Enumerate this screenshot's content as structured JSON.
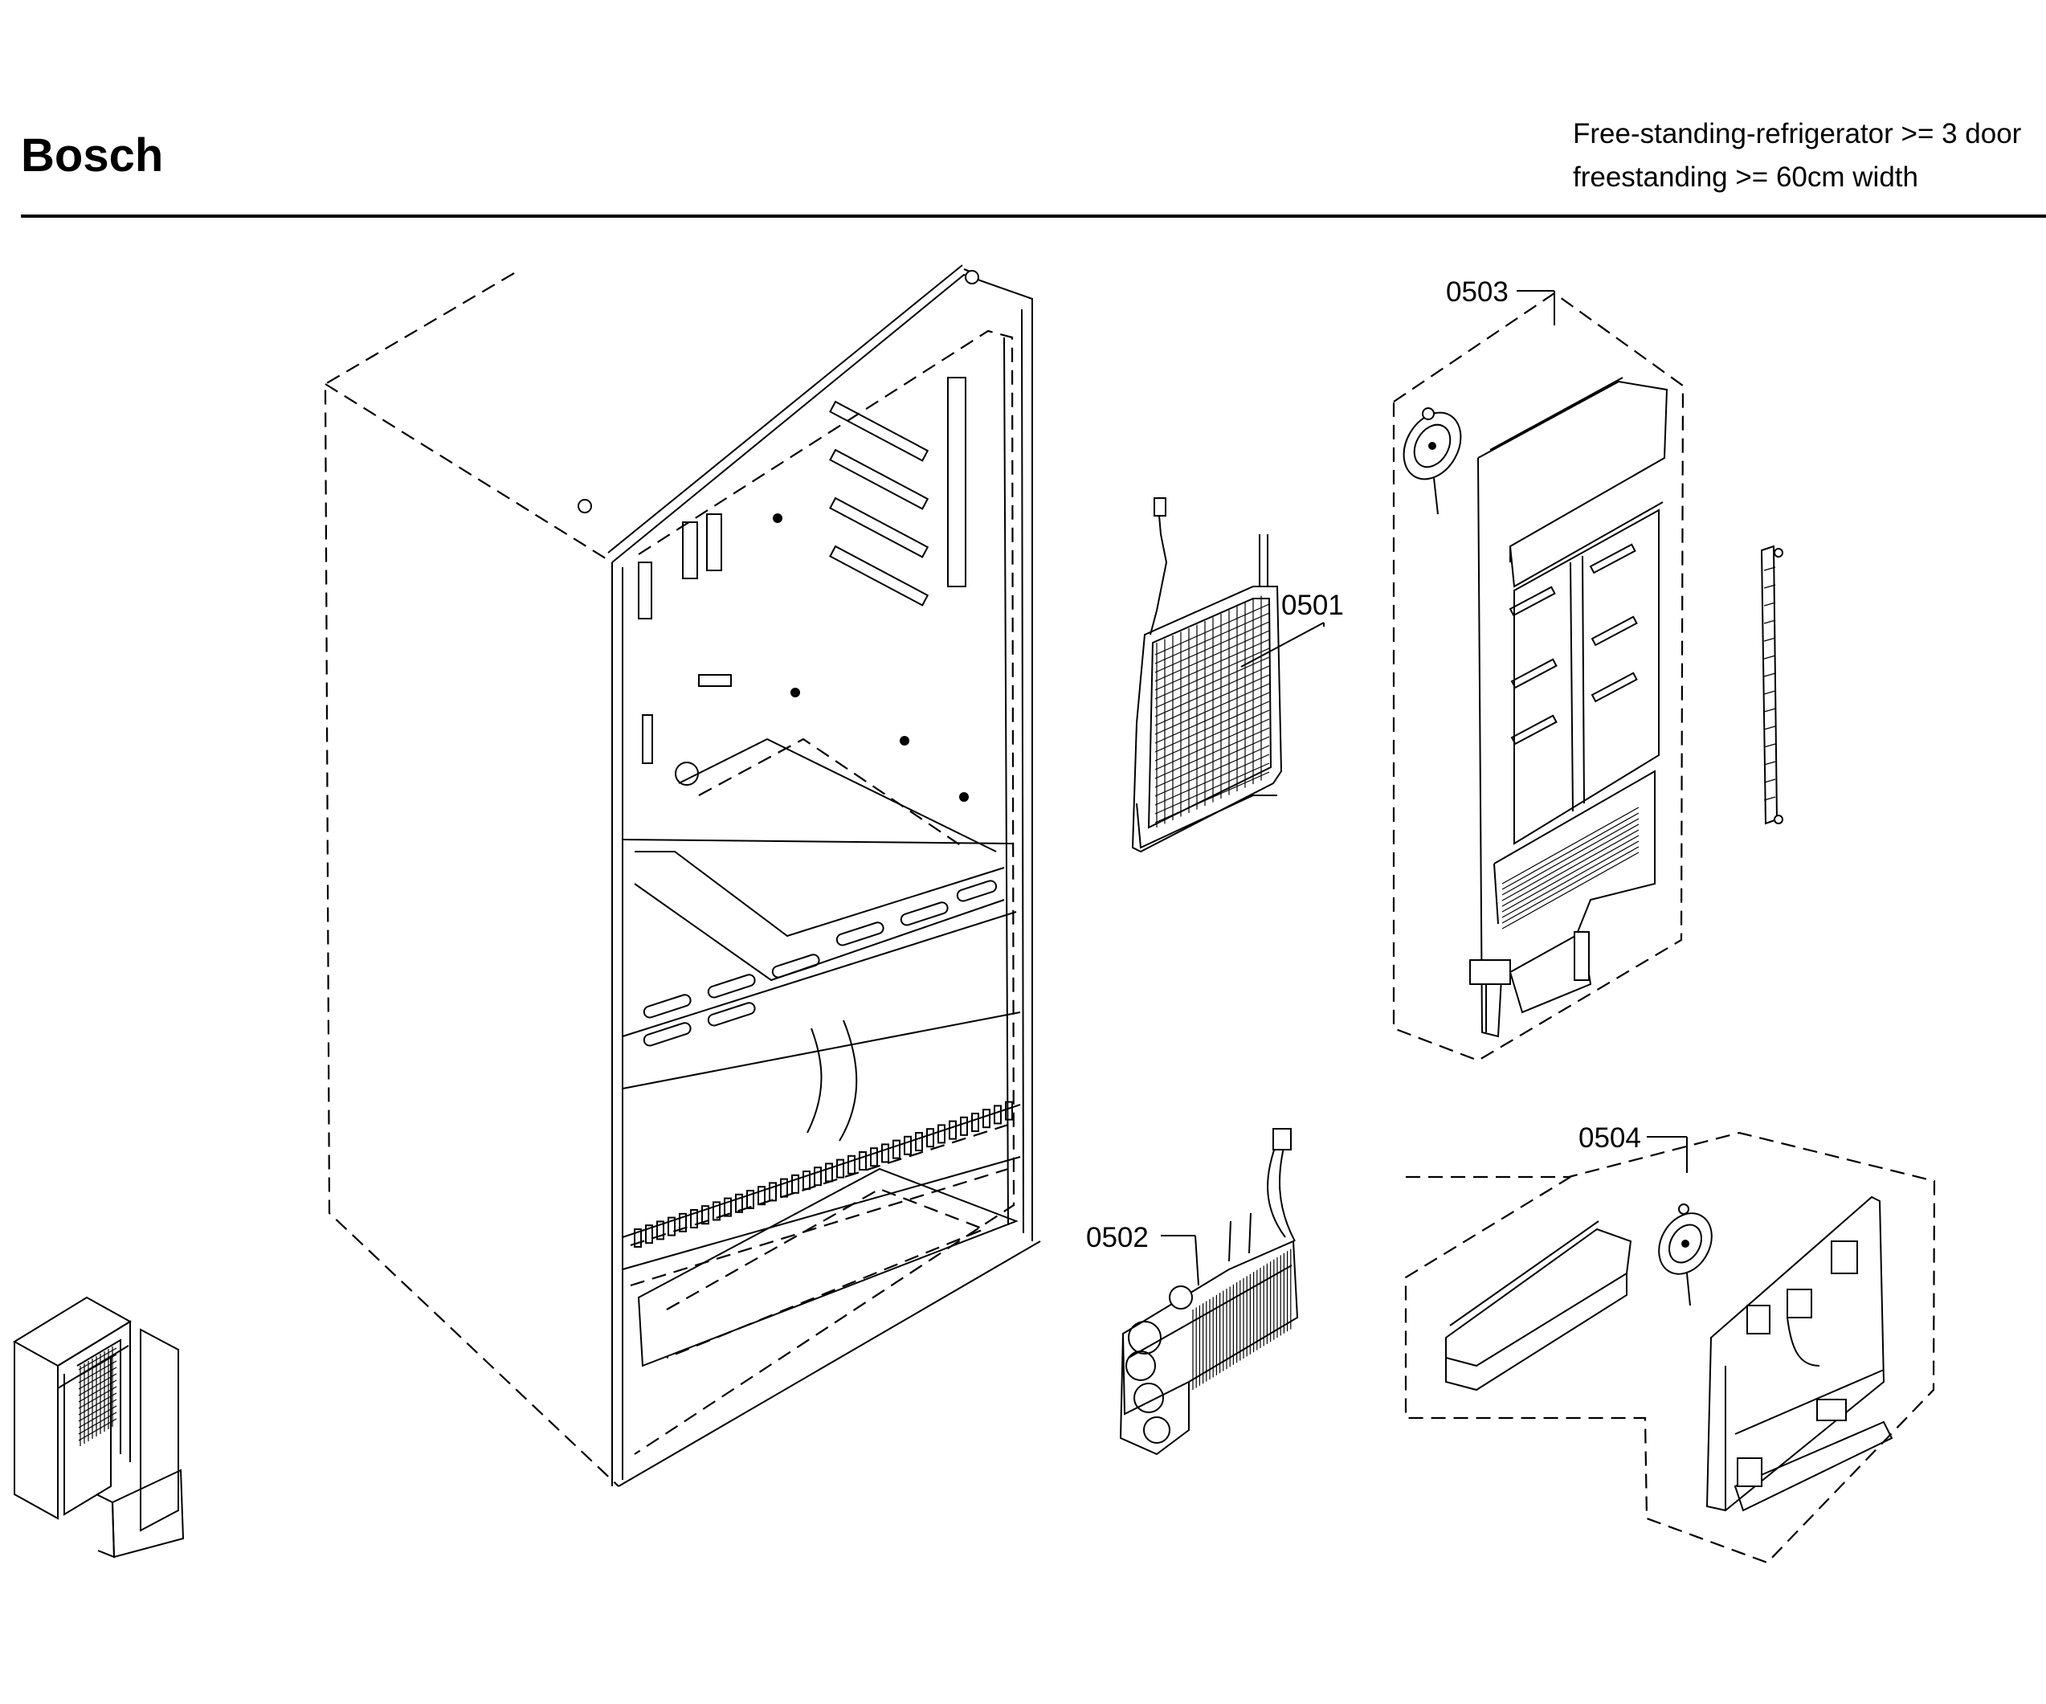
{
  "header": {
    "brand": "Bosch",
    "subtitle_line1": "Free-standing-refrigerator >= 3 door",
    "subtitle_line2": "freestanding >= 60cm width"
  },
  "parts": {
    "p0501": "0501",
    "p0502": "0502",
    "p0503": "0503",
    "p0504": "0504"
  }
}
